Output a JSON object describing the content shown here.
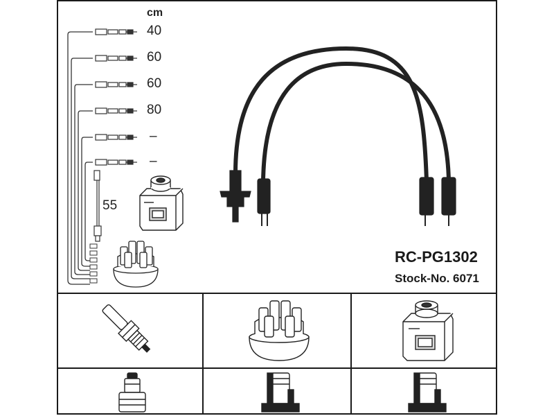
{
  "unit_label": "cm",
  "lengths": [
    "40",
    "60",
    "60",
    "80",
    "–",
    "–"
  ],
  "coil_lead_length": "55",
  "part_number": "RC-PG1302",
  "stock_number": "Stock-No. 6071",
  "icons": {
    "distributor_cap": "distributor-cap-icon",
    "ignition_coil": "ignition-coil-icon",
    "spark_plug": "spark-plug-icon",
    "plug_boot": "plug-boot-icon",
    "cap_connector": "cap-terminal-icon",
    "coil_connector": "coil-terminal-icon"
  }
}
